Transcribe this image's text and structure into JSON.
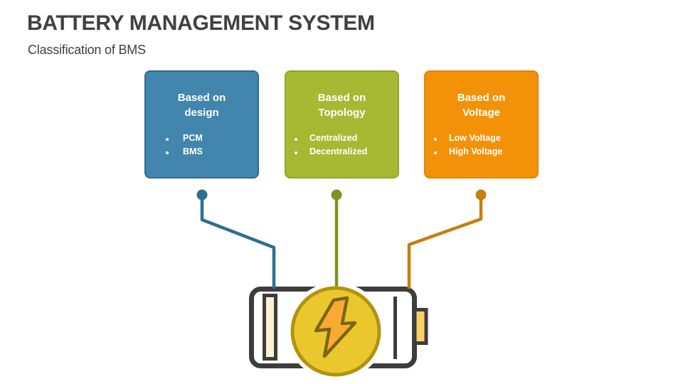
{
  "slide": {
    "title": "BATTERY MANAGEMENT SYSTEM",
    "subtitle": "Classification of BMS",
    "background_color": "#ffffff",
    "title_color": "#404040"
  },
  "cards": [
    {
      "heading_line1": "Based on",
      "heading_line2": "design",
      "items": [
        "PCM",
        "BMS"
      ],
      "fill_color": "#4285AD",
      "border_color": "#2E6B8D",
      "connector_color": "#2E6F91"
    },
    {
      "heading_line1": "Based on",
      "heading_line2": "Topology",
      "items": [
        "Centralized",
        "Decentralized"
      ],
      "fill_color": "#A6B933",
      "border_color": "#93A52B",
      "connector_color": "#7D9422"
    },
    {
      "heading_line1": "Based on",
      "heading_line2": "Voltage",
      "items": [
        "Low Voltage",
        "High Voltage"
      ],
      "fill_color": "#F39208",
      "border_color": "#DE8503",
      "connector_color": "#C77F10"
    }
  ],
  "icons": {
    "battery": "battery-icon",
    "lightning": "lightning-bolt-icon"
  },
  "battery_icon_colors": {
    "outline": "#3D3D3D",
    "cell_fill": "#FCF2D2",
    "terminal_fill": "#F6D163",
    "circle_fill": "#EBC72E",
    "circle_border": "#B09310",
    "bolt_fill": "#FAAA33",
    "bolt_border": "#7A660E"
  }
}
